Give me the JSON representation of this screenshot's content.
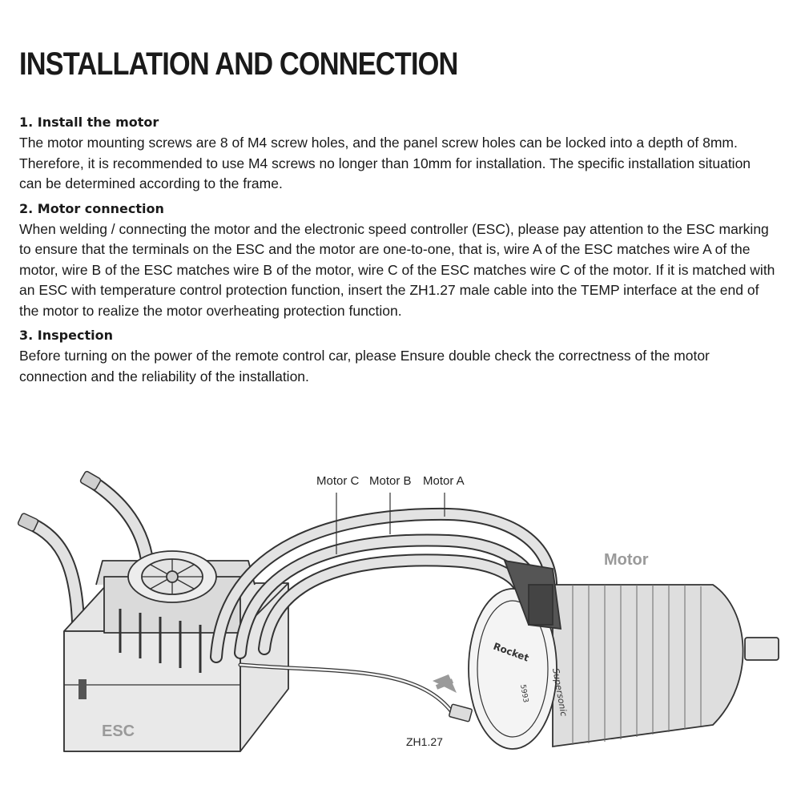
{
  "title": "INSTALLATION AND CONNECTION",
  "sections": [
    {
      "heading": "1. Install the motor",
      "lines": [
        "The motor mounting screws are 8 of M4 screw holes, and the panel screw holes can be locked into a depth of 8mm.",
        "Therefore, it is recommended to use M4 screws no longer than 10mm for installation. The specific installation situation",
        "can be determined according to the frame."
      ]
    },
    {
      "heading": "2. Motor connection",
      "lines": [
        "When welding / connecting the motor and the electronic speed controller (ESC), please pay attention to the ESC marking",
        "to ensure that the terminals on the ESC and the motor are one-to-one, that is, wire A of the ESC matches wire A of the",
        "motor, wire B of the ESC matches wire B of the motor, wire C of the ESC matches wire C of the motor. If it is matched with",
        "an ESC with temperature control protection function, insert the ZH1.27 male cable into the TEMP interface at the end of",
        "the motor to realize the motor overheating protection function."
      ]
    },
    {
      "heading": "3. Inspection",
      "lines": [
        "Before turning on the power of the remote control car, please Ensure double check the correctness of the motor",
        "connection and the reliability of the installation."
      ]
    }
  ],
  "diagram": {
    "wire_labels": [
      "Motor C",
      "Motor B",
      "Motor A"
    ],
    "motor_label": "Motor",
    "esc_label": "ESC",
    "connector_label": "ZH1.27",
    "motor_face_text": [
      "Rocket",
      "5993",
      "Supersonic"
    ]
  },
  "colors": {
    "text": "#1a1a1a",
    "part_label": "#9a9a9a",
    "outline": "#333333",
    "body_fill": "#e4e4e4"
  }
}
